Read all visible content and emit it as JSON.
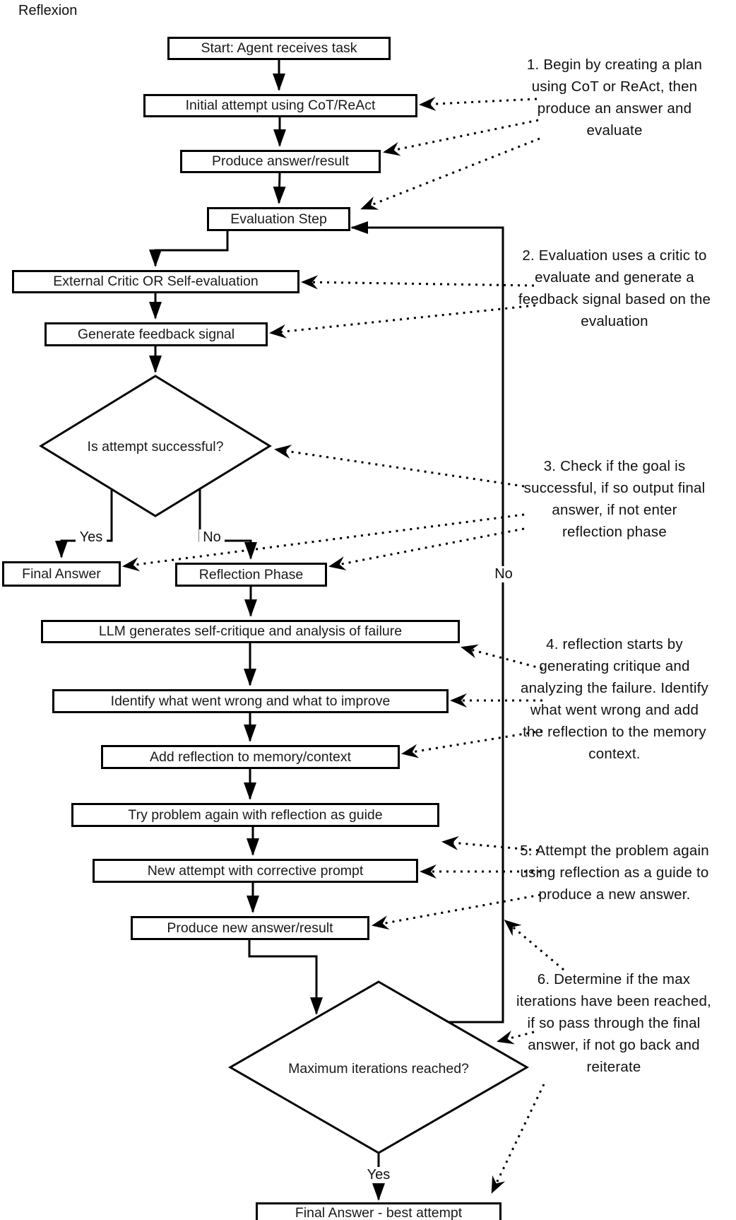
{
  "title": "Reflexion",
  "nodes": {
    "start": {
      "label": "Start: Agent receives task"
    },
    "initial_attempt": {
      "label": "Initial attempt using CoT/ReAct"
    },
    "produce_answer": {
      "label": "Produce answer/result"
    },
    "evaluation_step": {
      "label": "Evaluation Step"
    },
    "external_critic": {
      "label": "External Critic OR Self-evaluation"
    },
    "feedback_signal": {
      "label": "Generate feedback signal"
    },
    "is_successful": {
      "label": "Is attempt successful?"
    },
    "final_answer": {
      "label": "Final Answer"
    },
    "reflection_phase": {
      "label": "Reflection Phase"
    },
    "self_critique": {
      "label": "LLM generates self-critique and analysis of failure"
    },
    "identify_wrong": {
      "label": "Identify what went wrong and what to improve"
    },
    "add_reflection": {
      "label": "Add reflection to memory/context"
    },
    "try_again": {
      "label": "Try problem again with reflection as guide"
    },
    "new_attempt": {
      "label": "New attempt with corrective prompt"
    },
    "produce_new_answer": {
      "label": "Produce new answer/result"
    },
    "max_iterations": {
      "label": "Maximum iterations reached?"
    },
    "final_answer_best": {
      "label": "Final Answer - best attempt"
    }
  },
  "edge_labels": {
    "yes_branch": "Yes",
    "no_branch": "No",
    "no_loop": "No",
    "yes_bottom": "Yes"
  },
  "annotations": [
    {
      "lines": [
        "1. Begin by creating a plan",
        "using CoT or ReAct, then",
        "produce an answer and",
        "evaluate"
      ]
    },
    {
      "lines": [
        "2. Evaluation uses a critic to",
        "evaluate and generate a",
        "feedback signal based on the",
        "evaluation"
      ]
    },
    {
      "lines": [
        "3. Check if the goal is",
        "successful, if so output final",
        "answer, if not enter",
        "reflection phase"
      ]
    },
    {
      "lines": [
        "4. reflection starts by",
        "generating critique and",
        "analyzing the failure. Identify",
        "what went wrong and add",
        "the reflection to the memory",
        "context."
      ]
    },
    {
      "lines": [
        "5. Attempt the problem again",
        "using reflection as a guide to",
        "produce a new answer."
      ]
    },
    {
      "lines": [
        "6. Determine if the max",
        "iterations have been reached,",
        "if so pass through the final",
        "answer, if not go back and",
        "reiterate"
      ]
    }
  ],
  "colors": {
    "line": "#000000",
    "background": "#ffffff",
    "box_fill": "#ffffff",
    "box_border": "#000000",
    "text": "#000000"
  }
}
